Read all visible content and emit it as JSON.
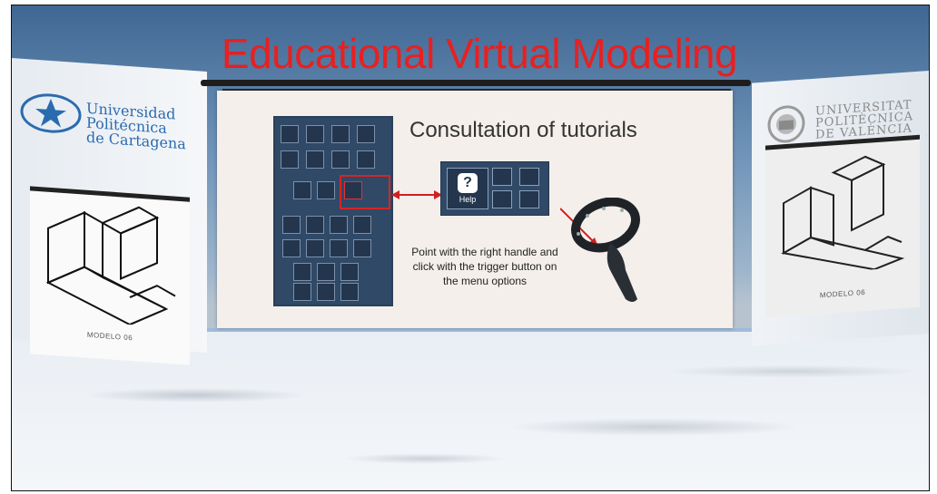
{
  "scene": {
    "title": "Educational Virtual Modeling",
    "title_color": "#e82020"
  },
  "center_panel": {
    "heading": "Consultation of tutorials",
    "hint": "Point with the right handle and click with the trigger button on the menu options",
    "help_label": "Help",
    "help_glyph": "?"
  },
  "left_panel": {
    "logo_lines": [
      "Universidad",
      "Politécnica",
      "de Cartagena"
    ],
    "sheet_caption": "MODELO 06",
    "logo_icon": "star-compass-logo-icon"
  },
  "right_panel": {
    "logo_lines": [
      "UNIVERSITAT",
      "POLITÈCNICA",
      "DE VALÈNCIA"
    ],
    "sheet_caption": "MODELO 06",
    "logo_icon": "seal-logo-icon"
  }
}
